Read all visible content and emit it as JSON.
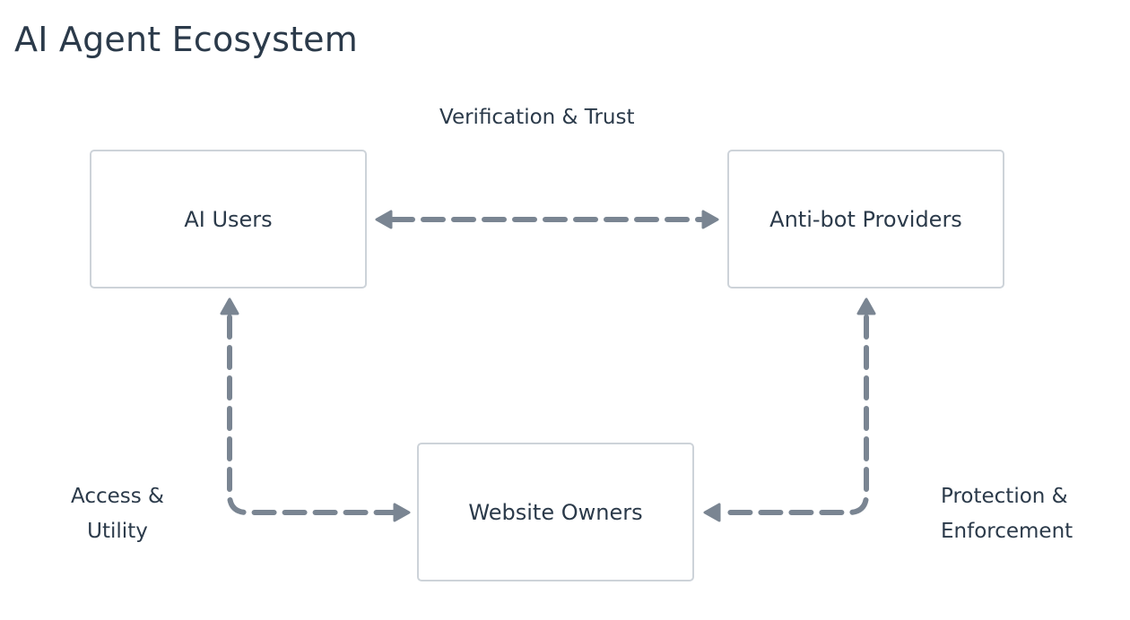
{
  "title": "AI Agent Ecosystem",
  "nodes": {
    "ai_users": "AI Users",
    "antibot_providers": "Anti-bot Providers",
    "website_owners": "Website Owners"
  },
  "edges": {
    "verification_trust": [
      "Verification & Trust"
    ],
    "access_utility": [
      "Access &",
      "Utility"
    ],
    "protection_enforcement": [
      "Protection &",
      "Enforcement"
    ]
  },
  "colors": {
    "connector": "#7a8592",
    "box_border": "#cdd3d9",
    "text": "#2b3a4a"
  }
}
